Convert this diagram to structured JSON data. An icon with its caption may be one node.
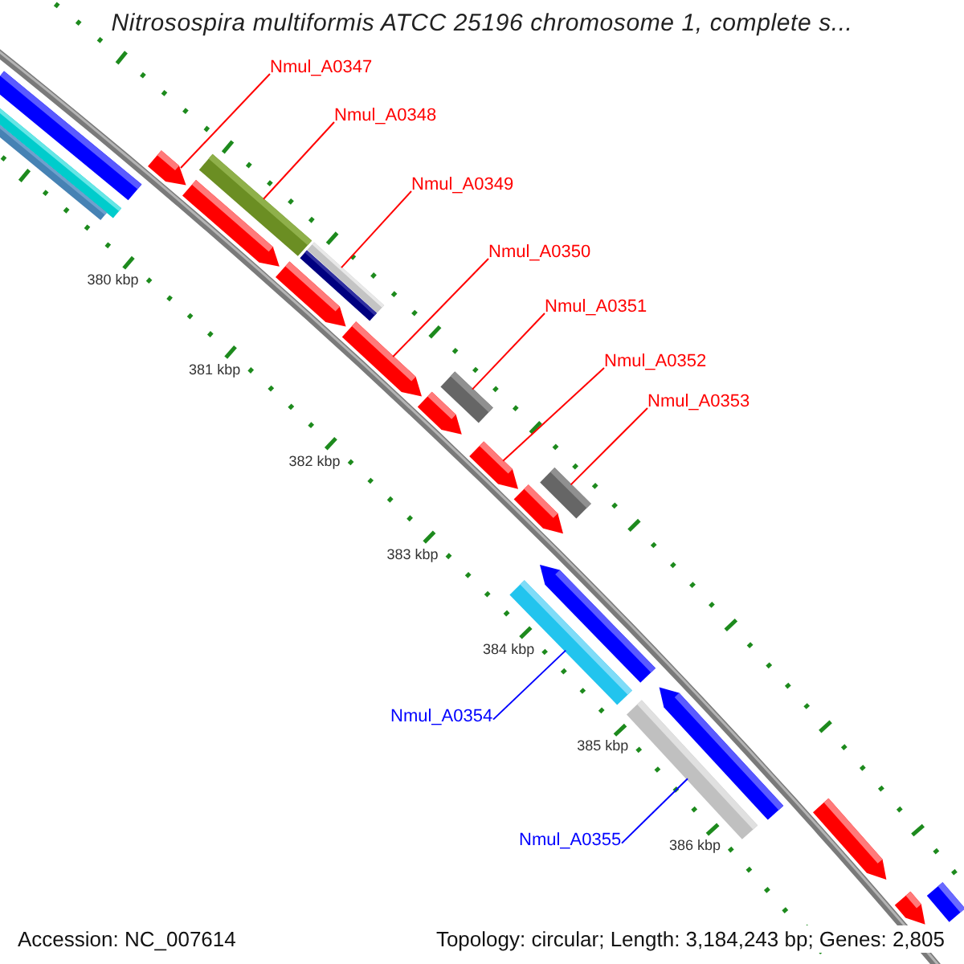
{
  "diagram": {
    "title": "Nitrosospira multiformis ATCC 25196 chromosome 1, complete s...",
    "nodes": [
      {
        "text": [
          "Nmul_A0347"
        ]
      },
      {
        "text": [
          "Nmul_A0348"
        ]
      },
      {
        "text": [
          "Nmul_A0349"
        ]
      },
      {
        "text": [
          "Nmul_A0350"
        ]
      },
      {
        "text": [
          "Nmul_A0351"
        ]
      },
      {
        "text": [
          "Nmul_A0352"
        ]
      },
      {
        "text": [
          "Nmul_A0353"
        ]
      },
      {
        "text": [
          "Nmul_A0354"
        ]
      },
      {
        "text": [
          "Nmul_A0355"
        ]
      },
      {
        "text": [],
        "shape": "bar"
      },
      {
        "text": [],
        "shape": "bar"
      },
      {
        "text": [],
        "shape": "arrow"
      },
      {
        "text": [],
        "shape": "arrow"
      },
      {
        "text": [],
        "shape": "bar"
      },
      {
        "text": [],
        "shape": "arrow"
      },
      {
        "text": [],
        "shape": "bar"
      },
      {
        "text": [],
        "shape": "arrow"
      },
      {
        "text": [],
        "shape": "arrow"
      },
      {
        "text": [],
        "shape": "bar"
      },
      {
        "text": [],
        "shape": "arrow"
      },
      {
        "text": [],
        "shape": "bar"
      },
      {
        "text": [],
        "shape": "arrow"
      },
      {
        "text": [],
        "shape": "bar"
      },
      {
        "text": [],
        "shape": "arrow"
      },
      {
        "text": [],
        "shape": "bar"
      },
      {
        "text": [],
        "shape": "arrow"
      },
      {
        "text": [],
        "shape": "arrow"
      },
      {
        "text": [],
        "shape": "arrow"
      },
      {
        "text": [],
        "shape": "bar"
      }
    ],
    "edges": [
      {
        "from": 0,
        "to": 11,
        "arrow": "none"
      },
      {
        "from": 1,
        "to": 13,
        "arrow": "none"
      },
      {
        "from": 2,
        "to": 15,
        "arrow": "none"
      },
      {
        "from": 3,
        "to": 16,
        "arrow": "none"
      },
      {
        "from": 4,
        "to": 18,
        "arrow": "none"
      },
      {
        "from": 5,
        "to": 19,
        "arrow": "none"
      },
      {
        "from": 6,
        "to": 22,
        "arrow": "none"
      },
      {
        "from": 7,
        "to": 20,
        "arrow": "none",
        "color": "#0000ff"
      },
      {
        "from": 8,
        "to": 24,
        "arrow": "none",
        "color": "#0000ff"
      }
    ],
    "labels": [
      "380 kbp",
      "381 kbp",
      "382 kbp",
      "383 kbp",
      "384 kbp",
      "385 kbp",
      "386 kbp",
      "Accession: NC_007614",
      "Topology: circular; Length: 3,184,243 bp; Genes: 2,805"
    ]
  }
}
